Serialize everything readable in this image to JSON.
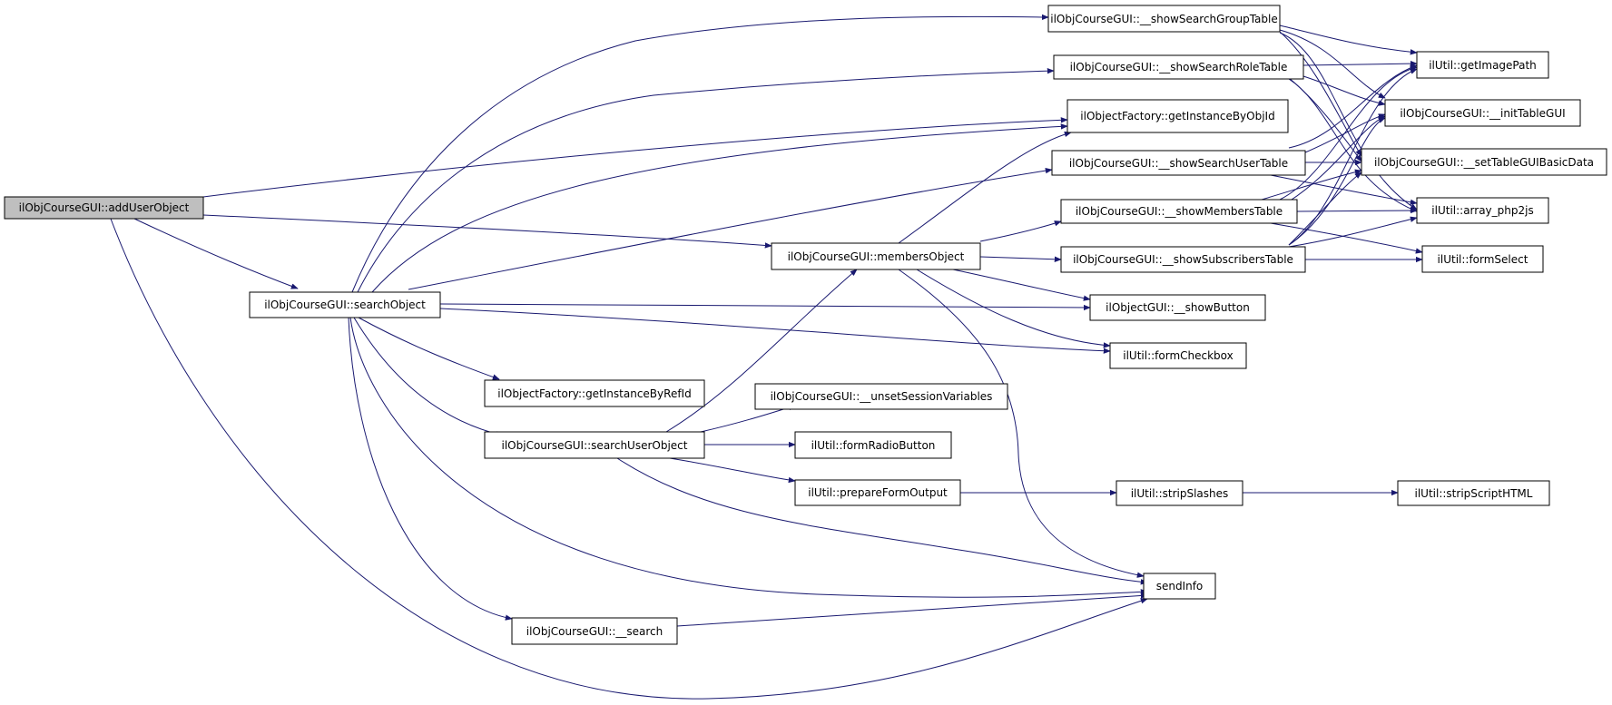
{
  "colors": {
    "edge": "#191970",
    "root_fill": "#bfbfbf",
    "node_fill": "#ffffff",
    "border": "#000000"
  },
  "nodes": {
    "addUserObject": "ilObjCourseGUI::addUserObject",
    "searchObject": "ilObjCourseGUI::searchObject",
    "membersObject": "ilObjCourseGUI::membersObject",
    "getInstanceByRefId": "ilObjectFactory::getInstanceByRefId",
    "searchUserObject": "ilObjCourseGUI::searchUserObject",
    "search": "ilObjCourseGUI::__search",
    "showSearchGroupTable": "ilObjCourseGUI::__showSearchGroupTable",
    "showSearchRoleTable": "ilObjCourseGUI::__showSearchRoleTable",
    "getInstanceByObjId": "ilObjectFactory::getInstanceByObjId",
    "showSearchUserTable": "ilObjCourseGUI::__showSearchUserTable",
    "showMembersTable": "ilObjCourseGUI::__showMembersTable",
    "showSubscribersTable": "ilObjCourseGUI::__showSubscribersTable",
    "showButton": "ilObjectGUI::__showButton",
    "formCheckbox": "ilUtil::formCheckbox",
    "unsetSessionVariables": "ilObjCourseGUI::__unsetSessionVariables",
    "formRadioButton": "ilUtil::formRadioButton",
    "prepareFormOutput": "ilUtil::prepareFormOutput",
    "sendInfo": "sendInfo",
    "stripSlashes": "ilUtil::stripSlashes",
    "stripScriptHTML": "ilUtil::stripScriptHTML",
    "getImagePath": "ilUtil::getImagePath",
    "initTableGUI": "ilObjCourseGUI::__initTableGUI",
    "setTableGUIBasicData": "ilObjCourseGUI::__setTableGUIBasicData",
    "array_php2js": "ilUtil::array_php2js",
    "formSelect": "ilUtil::formSelect"
  }
}
